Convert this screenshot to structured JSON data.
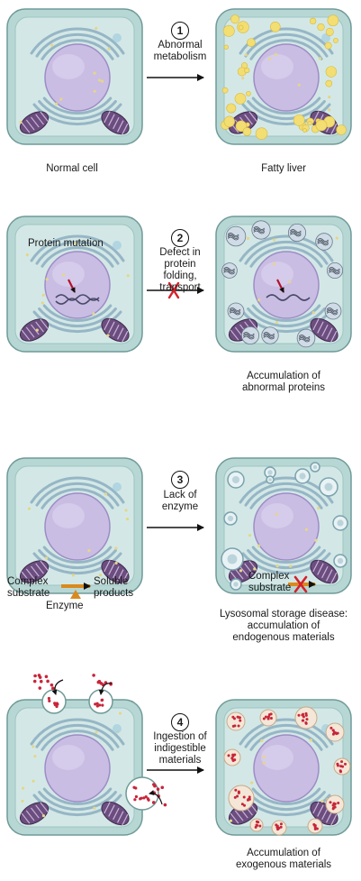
{
  "panels": [
    {
      "step": "1",
      "arrow_text": [
        "Abnormal",
        "metabolism"
      ],
      "left_caption": [
        "Normal cell"
      ],
      "right_caption": [
        "Fatty liver"
      ]
    },
    {
      "step": "2",
      "left_inner_text": "Protein mutation",
      "arrow_text": [
        "Defect in",
        "protein",
        "folding,",
        "transport"
      ],
      "left_caption": [],
      "right_caption": [
        "Accumulation of",
        "abnormal proteins"
      ]
    },
    {
      "step": "3",
      "arrow_text": [
        "Lack of",
        "enzyme"
      ],
      "left_inner": {
        "complex": [
          "Complex",
          "substrate"
        ],
        "soluble": [
          "Soluble",
          "products"
        ],
        "enzyme": "Enzyme"
      },
      "right_inner": [
        "Complex",
        "substrate"
      ],
      "left_caption": [],
      "right_caption": [
        "Lysosomal storage disease:",
        "accumulation of",
        "endogenous materials"
      ]
    },
    {
      "step": "4",
      "arrow_text": [
        "Ingestion of",
        "indigestible",
        "materials"
      ],
      "left_caption": [],
      "right_caption": [
        "Accumulation of",
        "exogenous materials"
      ]
    }
  ],
  "colors": {
    "cell_outer": "#b7d7d4",
    "cell_cytoplasm": "#d3e8e6",
    "nucleus": "#c9bde3",
    "er": "#8fb0c2",
    "mitochondria": "#6c4d7f",
    "fat": "#f2de73",
    "lysosome": "#e9f2f4",
    "particles": "#c8253a",
    "arrow": "#111111",
    "block_x": "#d6202a",
    "enzyme_arrow": "#d98a1e"
  }
}
